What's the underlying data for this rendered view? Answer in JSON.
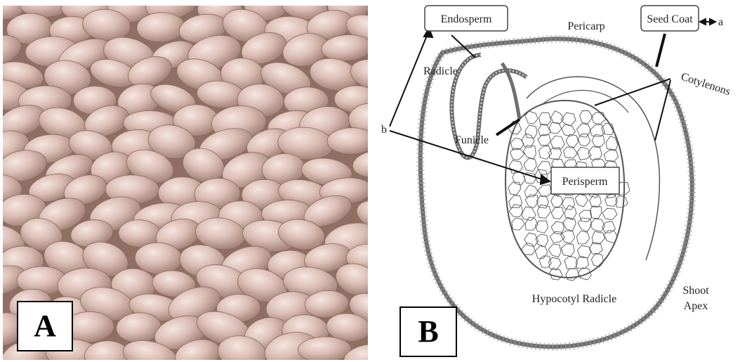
{
  "panel_a": {
    "label": "A"
  },
  "panel_b": {
    "label": "B",
    "labels": {
      "endosperm": "Endosperm",
      "pericarp": "Pericarp",
      "seed_coat": "Seed Coat",
      "a": "a",
      "radicle": "Radicle",
      "cotyledons": "Cotylenons",
      "b": "b",
      "funicle": "Funicle",
      "perisperm": "Perisperm",
      "hypocotyl_radicle": "Hypocotyl Radicle",
      "shoot": "Shoot",
      "apex": "Apex"
    }
  },
  "colors": {
    "seed_light": "#e9d3cc",
    "seed_mid": "#c9a79c",
    "seed_dark": "#8a6a5f",
    "outline": "#6e6e6e",
    "ink": "#222222"
  }
}
